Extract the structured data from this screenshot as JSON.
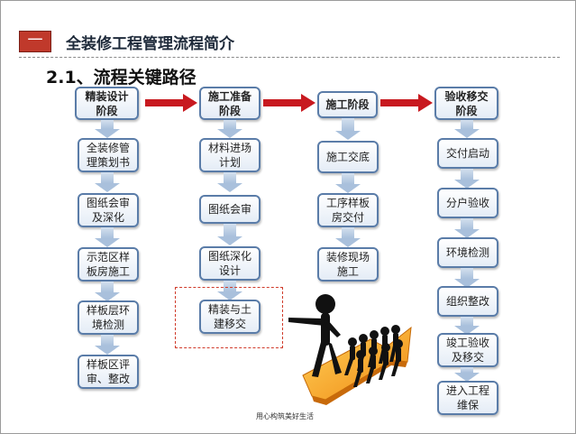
{
  "header": {
    "number": "一",
    "title": "全装修工程管理流程简介"
  },
  "subtitle": "2.1、流程关键路径",
  "columns": [
    {
      "head": "精装设计\n阶段",
      "steps": [
        "全装修管\n理策划书",
        "图纸会审\n及深化",
        "示范区样\n板房施工",
        "样板层环\n境检测",
        "样板区评\n审、整改"
      ]
    },
    {
      "head": "施工准备\n阶段",
      "steps": [
        "材料进场\n计划",
        "图纸会审",
        "图纸深化\n设计",
        "精装与土\n建移交"
      ]
    },
    {
      "head": "施工阶段",
      "steps": [
        "施工交底",
        "工序样板\n房交付",
        "装修现场\n施工"
      ]
    },
    {
      "head": "验收移交\n阶段",
      "steps": [
        "交付启动",
        "分户验收",
        "环境检测",
        "组织整改",
        "竣工验收\n及移交",
        "进入工程\n维保"
      ]
    }
  ],
  "footer": "用心构筑美好生活",
  "colors": {
    "accent_red": "#c0392b",
    "arrow_red": "#c8191f",
    "box_border": "#5a7ca8",
    "highlight_box": "#d03b2b"
  },
  "illustration": "stick-figures-pointing-icon"
}
